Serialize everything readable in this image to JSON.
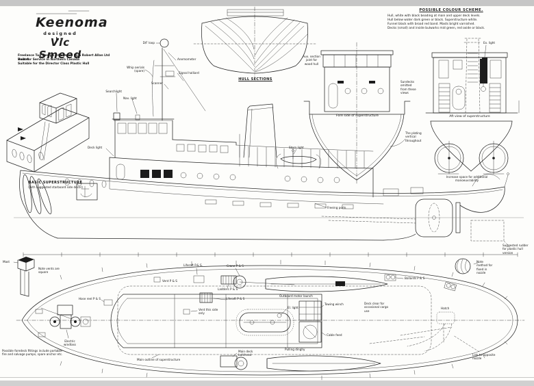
{
  "frame": {
    "top_strip_color": "#c6c6c6",
    "bottom_strip_color": "#d0d0d0",
    "paper_color": "#fdfdfb",
    "ink_color": "#242424"
  },
  "title_block": {
    "title": "Keenoma",
    "designed_by": "designed  by",
    "designer": "Vic Smeed",
    "notes": [
      "Freelance Tug Design  influenced  by  a  Robert  Allan  Ltd  Vessel",
      "Built for Service in Northern Canada",
      "Suitable for the Director Class Plastic Hull"
    ]
  },
  "colour_scheme": {
    "heading": "POSSIBLE  COLOUR  SCHEME.",
    "lines": [
      "Hull, white with black beading at main and upper deck levels.",
      "Hull below water dark green or black.  Superstructure white.",
      "Funnel black with broad red band.  Masts bright varnished.",
      "Decks (small) and inside bulwarks mid green, red oxide or black."
    ]
  },
  "captions": {
    "hull_sections": "HULL  SECTIONS",
    "basic_superstructure": "BASIC  SUPERSTRUCTURE",
    "basic_superstructure_sub": "(with suggested starboard side decor)",
    "fore_view": "Fore side of superstructure",
    "aft_view": "Aft view of superstructure"
  },
  "side_labels": {
    "df_loop": "D/F loop",
    "whip_aerials": "Whip aerials (spare)",
    "anemometer": "Anemometer",
    "signal_halliard": "Signal halliard",
    "scanner": "Scanner",
    "searchlight": "Searchlight",
    "nav_light": "Nav. light",
    "deck_light": "Deck light",
    "stern_light": "Stern light",
    "freeing_ports": "Freeing ports",
    "aux_joint": "Aux. section joint for wood hull",
    "sundecks_note": "Sundecks omitted from these views",
    "plating_note": "The plating vertical throughout",
    "ex_light": "Ex. light",
    "space_note": "Increase space for additional manoeuvrability",
    "rudder_note": "Suggested rudder for plastic hull version",
    "nozzle_note": "Note method for fixed in nozzle"
  },
  "plan_labels": {
    "mast": "Mast",
    "vents_note": "Note vents are square",
    "liferaft_fwd": "Liferaft  P.& S.",
    "crane": "Crane P & S",
    "ladders": "Ladders  P & S",
    "liferaft_aft": "Liferaft  P & S",
    "vent": "Vent  P & S",
    "hose_reel": "Hose reel P & S",
    "vent_side": "Vent this side only",
    "windlass": "Electric windlass",
    "launch": "Outboard motor launch",
    "el_light": "El. light",
    "towing_winch": "Towing  winch",
    "cable_feed": "Cable feed",
    "bulkhead": "Main deck bulkhead",
    "dinghy": "Pulling  dinghy",
    "superstructure_outline": "Main  outline  of  superstructure",
    "bollards": "Bollards  P & S",
    "hatch": "Hatch",
    "cargo_note": "Deck clear for occasional cargo use",
    "nozzle_link": "Link to opposite nozzle",
    "foredeck_note": "Possible foredeck fittings include portable fire and salvage pumps, spare anchor etc."
  }
}
